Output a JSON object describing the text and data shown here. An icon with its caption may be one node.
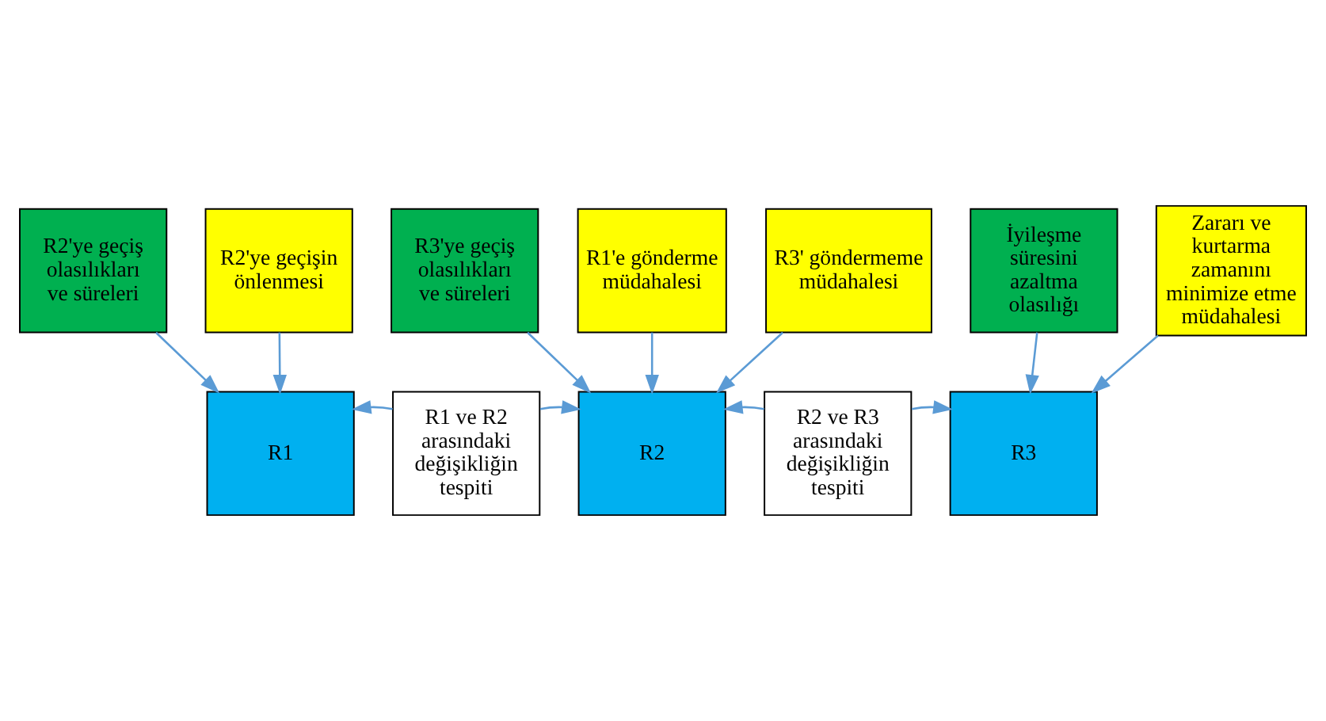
{
  "diagram": {
    "nodes": [
      {
        "text": [
          "R2'ye geçiş olasılıkları ve süreleri"
        ]
      },
      {
        "text": [
          "R3'ye geçiş olasılıkları ve süreleri"
        ]
      },
      {
        "text": [
          "İyileşme süresini azaltma olasılığı"
        ]
      },
      {
        "text": [
          "R1"
        ]
      },
      {
        "text": [
          "R1 ve R2 arasındaki değişikliğin tespiti"
        ]
      },
      {
        "text": [
          "R2"
        ]
      },
      {
        "text": [
          "R2 ve R3 arasındaki değişikliğin tespiti"
        ]
      },
      {
        "text": [
          "R3"
        ]
      },
      {
        "text": [
          "R2'ye geçişin önlenmesi"
        ]
      },
      {
        "text": [
          "R1'e gönderme müdahalesi"
        ]
      },
      {
        "text": [
          "R3' göndermeme müdahalesi"
        ]
      },
      {
        "text": [
          "Zararı ve kurtarma zamanını minimize etme müdahalesi"
        ]
      }
    ],
    "edges": [
      {
        "from": 0,
        "to": 3,
        "arrow": "to"
      },
      {
        "from": 1,
        "to": 5,
        "arrow": "to"
      },
      {
        "from": 2,
        "to": 7,
        "arrow": "to"
      },
      {
        "from": 4,
        "to": 3,
        "arrow": "to"
      },
      {
        "from": 4,
        "to": 5,
        "arrow": "to"
      },
      {
        "from": 6,
        "to": 5,
        "arrow": "to"
      },
      {
        "from": 6,
        "to": 7,
        "arrow": "to"
      },
      {
        "from": 8,
        "to": 3,
        "arrow": "to"
      },
      {
        "from": 9,
        "to": 5,
        "arrow": "to"
      },
      {
        "from": 10,
        "to": 5,
        "arrow": "to"
      },
      {
        "from": 11,
        "to": 7,
        "arrow": "to"
      }
    ]
  }
}
